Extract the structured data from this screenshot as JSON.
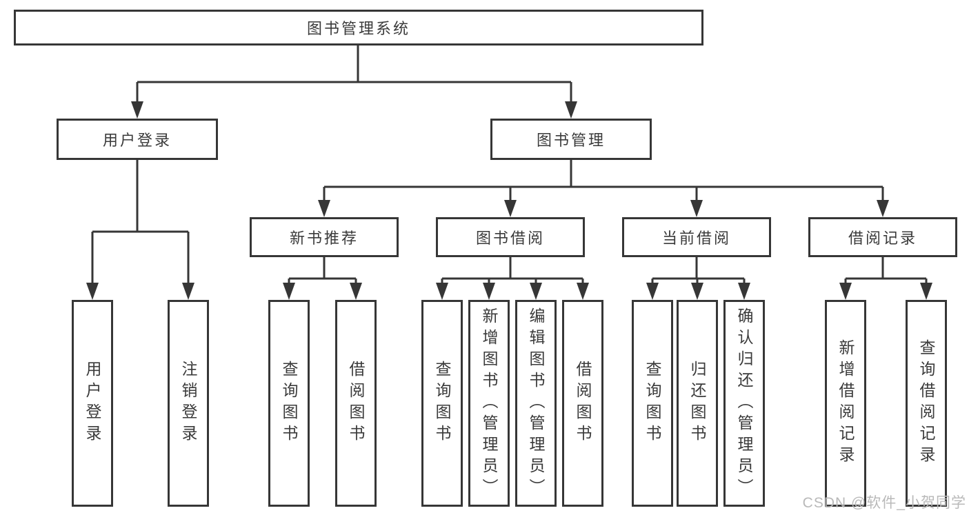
{
  "tree": {
    "root": "图书管理系统",
    "branches": [
      {
        "label": "用户登录",
        "leaves": [
          "用户登录",
          "注销登录"
        ]
      },
      {
        "label": "图书管理",
        "groups": [
          {
            "label": "新书推荐",
            "leaves": [
              "查询图书",
              "借阅图书"
            ]
          },
          {
            "label": "图书借阅",
            "leaves": [
              "查询图书",
              "新增图书（管理员）",
              "编辑图书（管理员）",
              "借阅图书"
            ]
          },
          {
            "label": "当前借阅",
            "leaves": [
              "查询图书",
              "归还图书",
              "确认归还（管理员）"
            ]
          },
          {
            "label": "借阅记录",
            "leaves": [
              "新增借阅记录",
              "查询借阅记录"
            ]
          }
        ]
      }
    ]
  },
  "watermark": "CSDN @软件_小贺同学",
  "colors": {
    "line": "#363636",
    "text": "#3a3a3a",
    "background": "#ffffff",
    "watermark": "#b9b9b9"
  }
}
